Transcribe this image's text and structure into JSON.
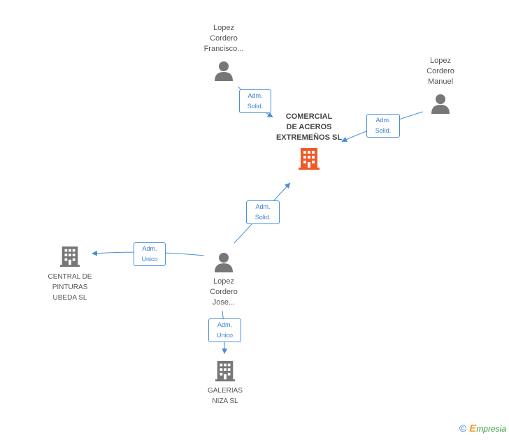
{
  "nodes": {
    "center": {
      "name": "COMERCIAL\nDE ACEROS\nEXTREMEÑOS SL",
      "icon": "building-icon",
      "color": "#f05a28"
    },
    "francisco": {
      "name": "Lopez\nCordero\nFrancisco...",
      "icon": "person-icon"
    },
    "manuel": {
      "name": "Lopez\nCordero\nManuel",
      "icon": "person-icon"
    },
    "jose": {
      "name": "Lopez\nCordero\nJose...",
      "icon": "person-icon"
    },
    "central": {
      "name": "CENTRAL DE\nPINTURAS\nUBEDA  SL",
      "icon": "building-icon"
    },
    "galerias": {
      "name": "GALERIAS\nNIZA SL",
      "icon": "building-icon"
    }
  },
  "edges": [
    {
      "id": "francisco-center",
      "label": "Adm.\nSolid."
    },
    {
      "id": "manuel-center",
      "label": "Adm.\nSolid."
    },
    {
      "id": "jose-center",
      "label": "Adm.\nSolid."
    },
    {
      "id": "jose-central",
      "label": "Adm.\nUnico"
    },
    {
      "id": "jose-galerias",
      "label": "Adm.\nUnico"
    }
  ],
  "colors": {
    "edge": "#4a8fd6",
    "icon_gray": "#777777",
    "icon_orange": "#f05a28"
  },
  "brand": {
    "copyright": "©",
    "e": "E",
    "rest": "mpresia"
  }
}
